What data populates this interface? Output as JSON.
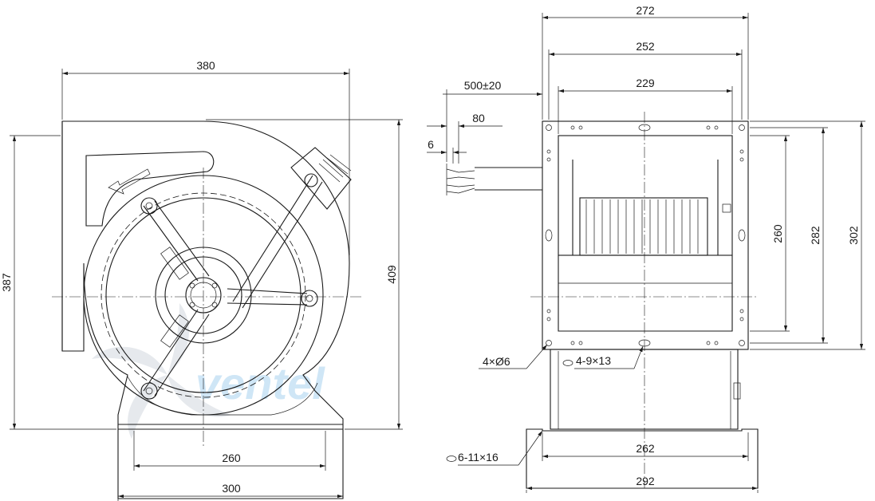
{
  "front_view": {
    "dims": {
      "width_top": "380",
      "height_left": "387",
      "height_right": "409",
      "base_inner": "260",
      "base_outer": "300"
    }
  },
  "side_view": {
    "dims": {
      "overall_width": "272",
      "flange_width": "252",
      "inner_width": "229",
      "cable_length": "500±20",
      "cable_strip": "80",
      "wire_strip": "6",
      "h_260": "260",
      "h_282": "282",
      "h_302": "302",
      "base_inner": "262",
      "base_outer": "292"
    },
    "notes": {
      "holes_round": "4×Ø6",
      "slots_flange": "4-9×13",
      "slots_base": "6-11×16"
    }
  },
  "watermark": {
    "text": "ventel",
    "color": "#a9d3f0"
  }
}
